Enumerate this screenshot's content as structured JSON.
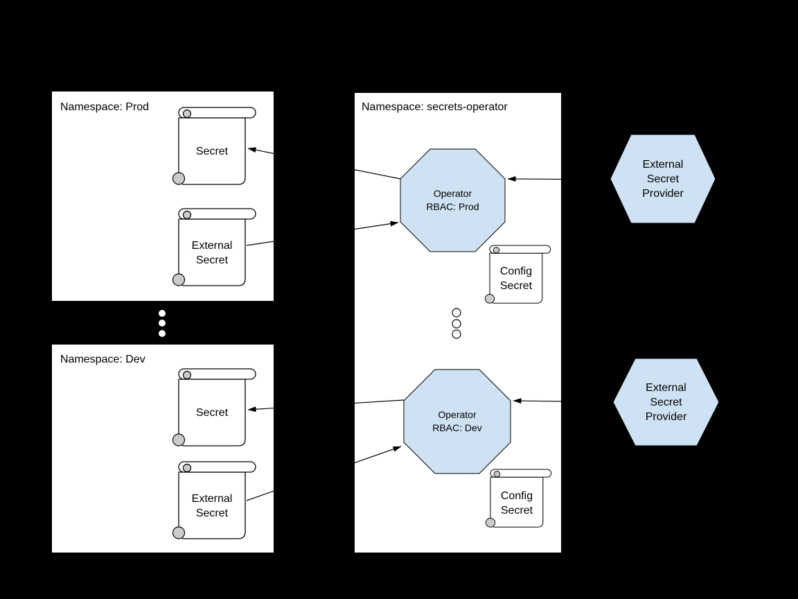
{
  "colors": {
    "background": "#000000",
    "namespace_bg": "#ffffff",
    "node_fill": "#cfe2f3",
    "stroke": "#000000",
    "curl_fill": "#cccccc",
    "text": "#000000"
  },
  "namespaces": {
    "prod": {
      "title": "Namespace: Prod",
      "secret": "Secret",
      "external_secret": "External\nSecret"
    },
    "dev": {
      "title": "Namespace: Dev",
      "secret": "Secret",
      "external_secret": "External\nSecret"
    },
    "operator": {
      "title": "Namespace: secrets-operator",
      "operator_prod": "Operator\nRBAC: Prod",
      "operator_dev": "Operator\nRBAC: Dev",
      "config_secret_prod": "Config\nSecret",
      "config_secret_dev": "Config\nSecret"
    }
  },
  "providers": {
    "prod": "External\nSecret\nProvider",
    "dev": "External\nSecret\nProvider"
  }
}
